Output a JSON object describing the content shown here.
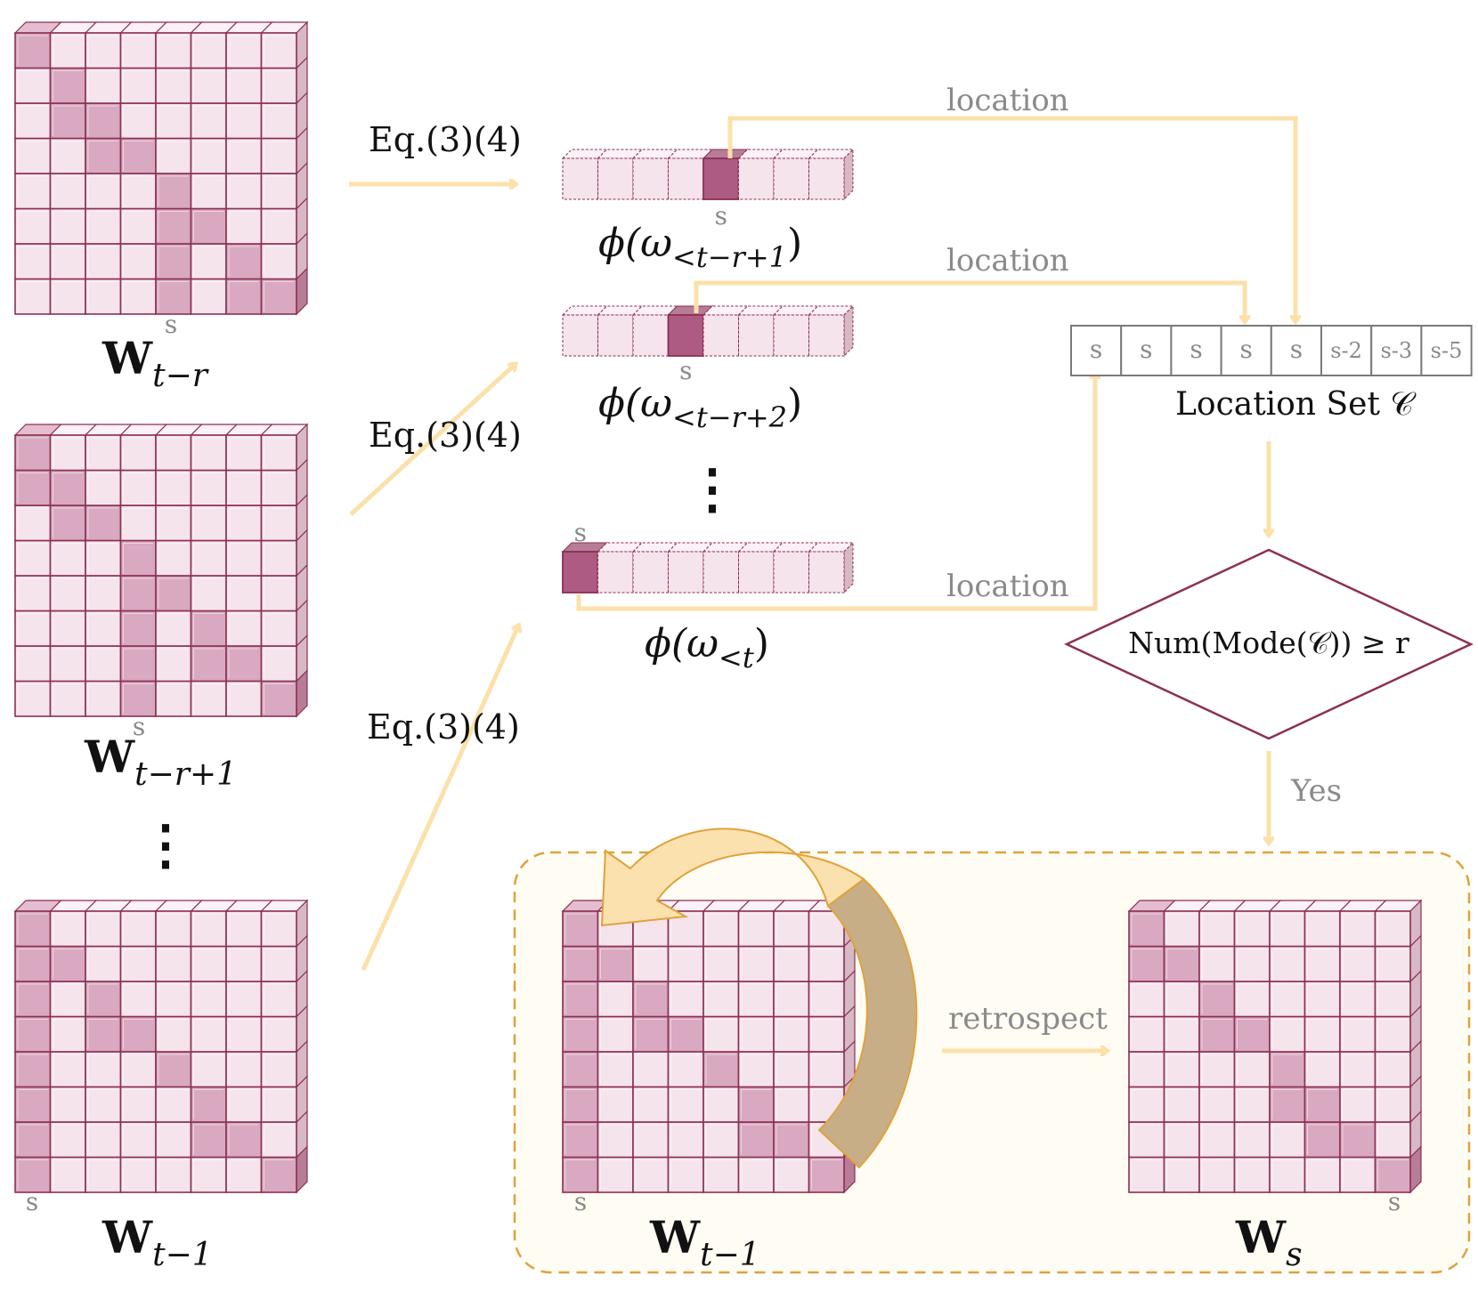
{
  "colors": {
    "cell_light": "#f6e4ec",
    "cell_top": "#fbf1f6",
    "cell_side": "#d7b9c6",
    "cell_dark": "#d8a9c0",
    "cell_dark_top": "#e4bdd0",
    "cell_dark_side": "#b77d97",
    "cell_highlight": "#ad5b82",
    "grid_line": "#8c2f52",
    "arrow": "#fbe1a9",
    "box_border": "#e0a23c",
    "box_fill": "#fffcf3",
    "curved_arrow_front": "#fbe1ad",
    "curved_arrow_back": "#c7ae86",
    "diamond_border": "#8c2f52"
  },
  "matrices": {
    "w_tr": {
      "label_main": "W",
      "label_sub": "t−r",
      "s_label": "s",
      "dark_cells": [
        [
          0,
          0
        ],
        [
          1,
          1
        ],
        [
          2,
          1
        ],
        [
          2,
          2
        ],
        [
          3,
          2
        ],
        [
          3,
          3
        ],
        [
          4,
          4
        ],
        [
          5,
          4
        ],
        [
          5,
          5
        ],
        [
          6,
          4
        ],
        [
          6,
          6
        ],
        [
          7,
          4
        ],
        [
          7,
          6
        ],
        [
          7,
          7
        ]
      ]
    },
    "w_tr1": {
      "label_main": "W",
      "label_sub": "t−r+1",
      "s_label": "s",
      "dark_cells": [
        [
          0,
          0
        ],
        [
          1,
          0
        ],
        [
          1,
          1
        ],
        [
          2,
          1
        ],
        [
          2,
          2
        ],
        [
          3,
          3
        ],
        [
          4,
          3
        ],
        [
          4,
          4
        ],
        [
          5,
          3
        ],
        [
          5,
          5
        ],
        [
          6,
          3
        ],
        [
          6,
          5
        ],
        [
          6,
          6
        ],
        [
          7,
          3
        ],
        [
          7,
          7
        ]
      ]
    },
    "w_t1": {
      "label_main": "W",
      "label_sub": "t−1",
      "s_label": "s",
      "dark_cells": [
        [
          0,
          0
        ],
        [
          1,
          0
        ],
        [
          1,
          1
        ],
        [
          2,
          0
        ],
        [
          2,
          2
        ],
        [
          3,
          0
        ],
        [
          3,
          2
        ],
        [
          3,
          3
        ],
        [
          4,
          0
        ],
        [
          4,
          4
        ],
        [
          5,
          0
        ],
        [
          5,
          5
        ],
        [
          6,
          0
        ],
        [
          6,
          5
        ],
        [
          6,
          6
        ],
        [
          7,
          0
        ],
        [
          7,
          7
        ]
      ]
    },
    "w_t1_box": {
      "label_main": "W",
      "label_sub": "t−1",
      "s_label": "s",
      "dark_cells": [
        [
          0,
          0
        ],
        [
          1,
          0
        ],
        [
          1,
          1
        ],
        [
          2,
          0
        ],
        [
          2,
          2
        ],
        [
          3,
          0
        ],
        [
          3,
          2
        ],
        [
          3,
          3
        ],
        [
          4,
          0
        ],
        [
          4,
          4
        ],
        [
          5,
          0
        ],
        [
          5,
          5
        ],
        [
          6,
          0
        ],
        [
          6,
          5
        ],
        [
          6,
          6
        ],
        [
          7,
          0
        ],
        [
          7,
          7
        ]
      ]
    },
    "w_s": {
      "label_main": "W",
      "label_sub": "s",
      "s_label": "s",
      "dark_cells": [
        [
          0,
          0
        ],
        [
          1,
          0
        ],
        [
          1,
          1
        ],
        [
          2,
          2
        ],
        [
          3,
          2
        ],
        [
          3,
          3
        ],
        [
          4,
          4
        ],
        [
          5,
          4
        ],
        [
          5,
          5
        ],
        [
          6,
          5
        ],
        [
          6,
          6
        ],
        [
          7,
          7
        ]
      ]
    }
  },
  "vectors": {
    "phi_1": {
      "label": "ϕ(ω<t−r+1)",
      "phi": "ϕ(ω",
      "sub": "<t−r+1",
      "close": ")",
      "highlight_index": 4,
      "s_label": "s"
    },
    "phi_2": {
      "label": "ϕ(ω<t−r+2)",
      "phi": "ϕ(ω",
      "sub": "<t−r+2",
      "close": ")",
      "highlight_index": 3,
      "s_label": "s"
    },
    "phi_t": {
      "label": "ϕ(ω<t)",
      "phi": "ϕ(ω",
      "sub": "<t",
      "close": ")",
      "highlight_index": 0,
      "s_label": "s"
    }
  },
  "eq_labels": [
    "Eq.(3)(4)",
    "Eq.(3)(4)",
    "Eq.(3)(4)"
  ],
  "location_labels": [
    "location",
    "location",
    "location"
  ],
  "location_set": {
    "cells": [
      "s",
      "s",
      "s",
      "s",
      "s",
      "s-2",
      "s-3",
      "s-5"
    ],
    "label": "Location Set 𝒞"
  },
  "decision": {
    "label": "Num(Mode(𝒞)) ≥ r"
  },
  "yes_label": "Yes",
  "retrospect_label": "retrospect",
  "ellipsis": "⋮"
}
